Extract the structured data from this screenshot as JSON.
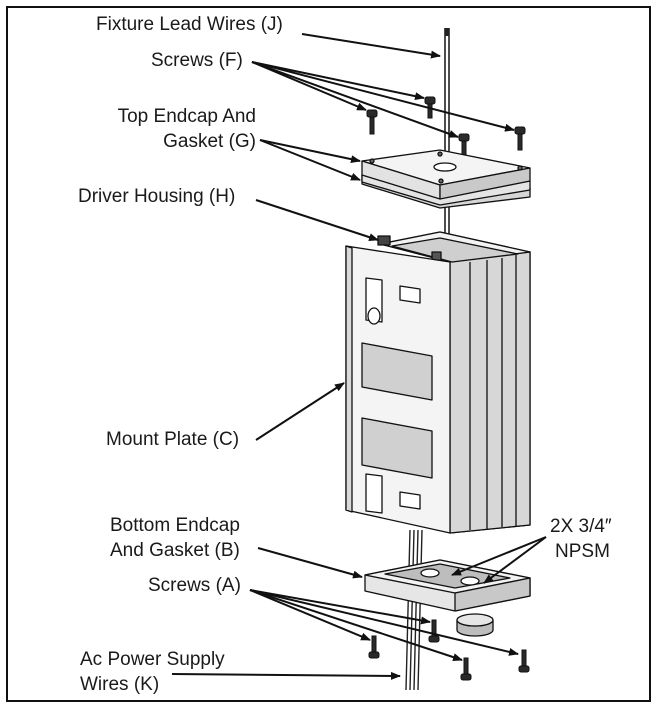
{
  "labels": {
    "fixture_lead_wires": "Fixture Lead Wires (J)",
    "screws_f": "Screws (F)",
    "top_endcap_line1": "Top Endcap And",
    "top_endcap_line2": "Gasket (G)",
    "driver_housing": "Driver Housing (H)",
    "mount_plate": "Mount Plate (C)",
    "bottom_endcap_line1": "Bottom Endcap",
    "bottom_endcap_line2": "And Gasket (B)",
    "npsm_line1": "2X 3/4″",
    "npsm_line2": "NPSM",
    "screws_a": "Screws (A)",
    "ac_power_line1": "Ac Power Supply",
    "ac_power_line2": "Wires (K)"
  },
  "colors": {
    "line": "#111111",
    "metal": "#f2f2f2",
    "shade": "#cfcfcf",
    "dark": "#333333"
  }
}
